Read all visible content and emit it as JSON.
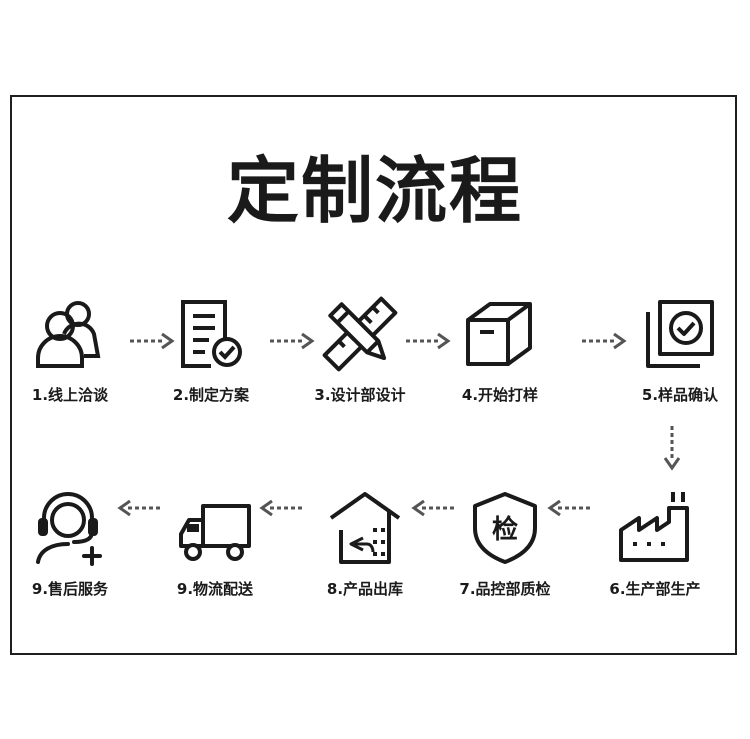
{
  "title": "定制流程",
  "steps": [
    {
      "label": "1.线上洽谈",
      "icon": "people-icon"
    },
    {
      "label": "2.制定方案",
      "icon": "document-check-icon"
    },
    {
      "label": "3.设计部设计",
      "icon": "pencil-ruler-icon"
    },
    {
      "label": "4.开始打样",
      "icon": "box-icon"
    },
    {
      "label": "5.样品确认",
      "icon": "stacked-check-icon"
    },
    {
      "label": "6.生产部生产",
      "icon": "factory-icon"
    },
    {
      "label": "7.品控部质检",
      "icon": "inspection-shield-icon"
    },
    {
      "label": "8.产品出库",
      "icon": "warehouse-icon"
    },
    {
      "label": "9.物流配送",
      "icon": "truck-icon"
    },
    {
      "label": "9.售后服务",
      "icon": "customer-service-icon"
    }
  ],
  "inspection_badge": "检",
  "colors": {
    "ink": "#1a1a1a",
    "arrow": "#555555",
    "frame": "#1f1f1f"
  }
}
